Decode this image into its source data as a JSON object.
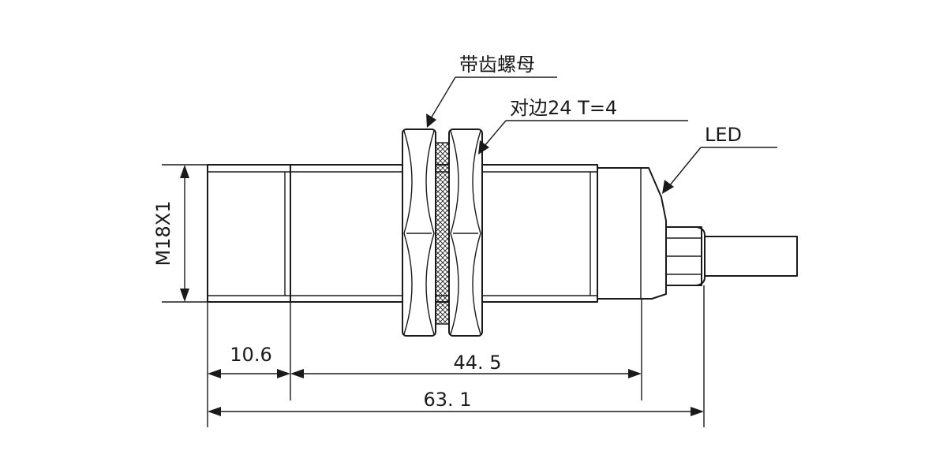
{
  "labels": {
    "nut": "带齿螺母",
    "across_flats": "对边24 T=4",
    "led": "LED",
    "thread": "M18X1"
  },
  "dimensions": {
    "thread_length": "10.6",
    "body_length": "44. 5",
    "total_length": "63. 1"
  }
}
